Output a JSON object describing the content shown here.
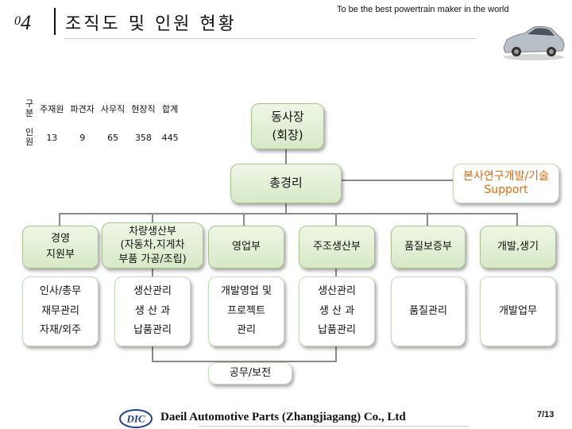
{
  "header": {
    "section_number": "04",
    "title": "조직도 및 인원 현황",
    "tagline": "To be the best powertrain maker in the world"
  },
  "stats_table": {
    "row_header_1": "구분",
    "row_header_2": "인원",
    "columns": [
      "주재원",
      "파견자",
      "사무직",
      "현장직",
      "합계"
    ],
    "values": [
      "13",
      "9",
      "65",
      "358",
      "445"
    ]
  },
  "org": {
    "president": [
      "동사장",
      "(회장)"
    ],
    "general_manager": "총경리",
    "rnd_support": [
      "본사연구개발/기술",
      "Support"
    ],
    "departments": [
      {
        "name": [
          "경영",
          "지원부"
        ],
        "duties": [
          "인사/총무",
          "재무관리",
          "자재/외주"
        ]
      },
      {
        "name": [
          "차량생산부",
          "(자동차,지게차",
          "부품 가공/조립)"
        ],
        "duties": [
          "생산관리",
          "생 산 과",
          "납품관리"
        ]
      },
      {
        "name": [
          "영업부"
        ],
        "duties": [
          "개발영업 및",
          "프로젝트",
          "관리"
        ]
      },
      {
        "name": [
          "주조생산부"
        ],
        "duties": [
          "생산관리",
          "생 산 과",
          "납품관리"
        ]
      },
      {
        "name": [
          "품질보증부"
        ],
        "duties": [
          "품질관리"
        ]
      },
      {
        "name": [
          "개발,생기"
        ],
        "duties": [
          "개발업무"
        ]
      }
    ],
    "maintenance": "공무/보전"
  },
  "footer": {
    "logo_text": "DIC",
    "company": "Daeil Automotive Parts (Zhangjiagang) Co., Ltd",
    "page": "7/13"
  },
  "colors": {
    "box_green_top": "#eef6e6",
    "box_green_bottom": "#d7e9c6",
    "orange_text": "#e36c0a",
    "connector": "#8a8a8a"
  }
}
